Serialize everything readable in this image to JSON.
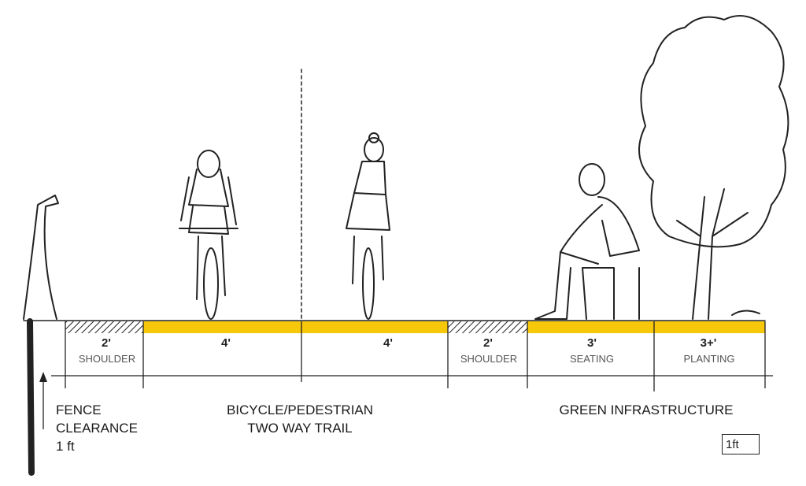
{
  "colors": {
    "accent_band": "#F7C70A",
    "ink": "#222222"
  },
  "segments": [
    {
      "dimension": "2'",
      "label": "SHOULDER",
      "surface": "hatched"
    },
    {
      "dimension": "4'",
      "label": "",
      "surface": "yellow"
    },
    {
      "dimension": "4'",
      "label": "",
      "surface": "yellow"
    },
    {
      "dimension": "2'",
      "label": "SHOULDER",
      "surface": "hatched"
    },
    {
      "dimension": "3'",
      "label": "SEATING",
      "surface": "yellow"
    },
    {
      "dimension": "3+'",
      "label": "PLANTING",
      "surface": "yellow"
    }
  ],
  "groups": {
    "fence": {
      "line1": "FENCE",
      "line2": "CLEARANCE",
      "line3": "1 ft"
    },
    "trail": {
      "line1": "BICYCLE/PEDESTRIAN",
      "line2": "TWO WAY TRAIL"
    },
    "green": {
      "line1": "GREEN INFRASTRUCTURE"
    }
  },
  "scale_label": "1ft",
  "figures": [
    "fence-post",
    "cyclist-front",
    "cyclist-back",
    "seated-person",
    "tree"
  ]
}
